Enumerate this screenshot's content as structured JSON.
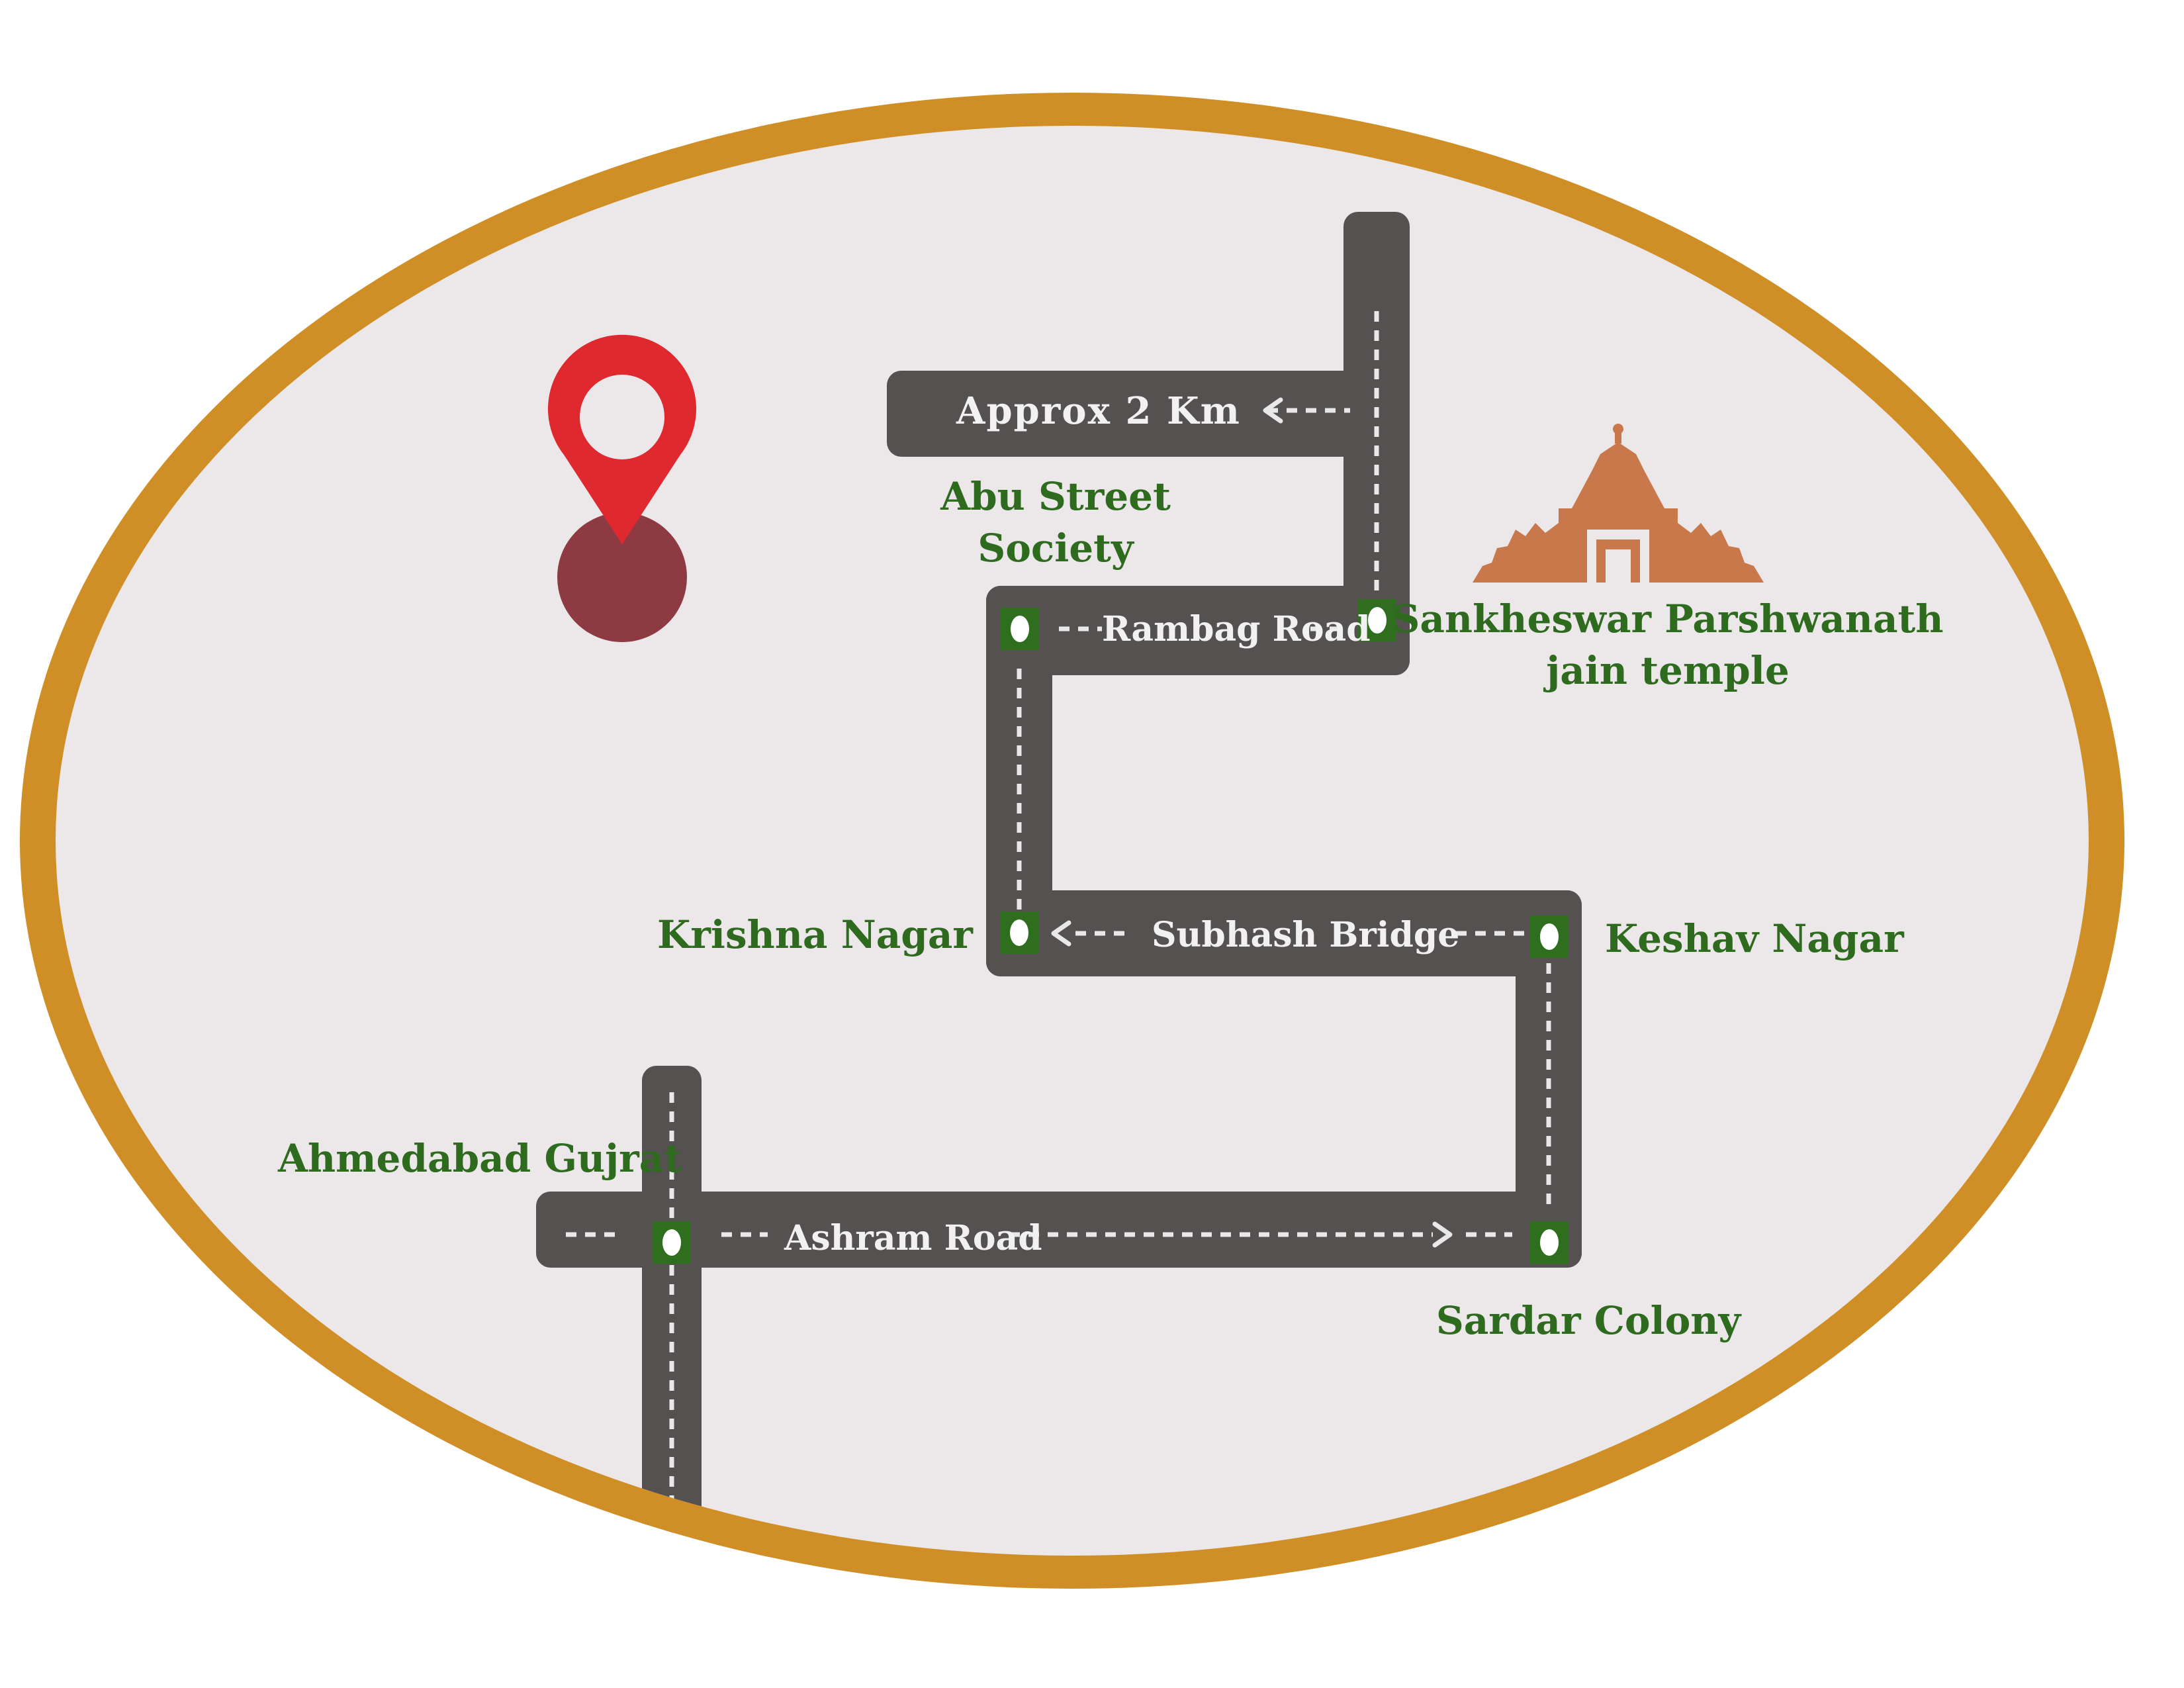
{
  "map": {
    "colors": {
      "frame": "#cf8f26",
      "background": "#ece8e9",
      "road": "#545150",
      "road_marking": "#e8e8e8",
      "junction": "#2f6e1e",
      "place_text": "#2e6b1f",
      "temple": "#c8784a",
      "pin_red": "#e0282f",
      "pin_dot": "#8e3a43"
    },
    "icons": {
      "location": "location-pin-icon",
      "temple": "temple-gopuram-icon"
    },
    "distance_label": "Approx 2 Km",
    "roads": {
      "rambag": "Rambag Road",
      "subhash": "Subhash Bridge",
      "ashram": "Ashram Road"
    },
    "places": {
      "abu_line1": "Abu Street",
      "abu_line2": "Society",
      "temple_line1": "Sankheswar Parshwanath",
      "temple_line2": "jain temple",
      "krishna": "Krishna Nagar",
      "keshav": "Keshav Nagar",
      "ahmedabad": "Ahmedabad Gujrat",
      "sardar": "Sardar Colony"
    }
  }
}
